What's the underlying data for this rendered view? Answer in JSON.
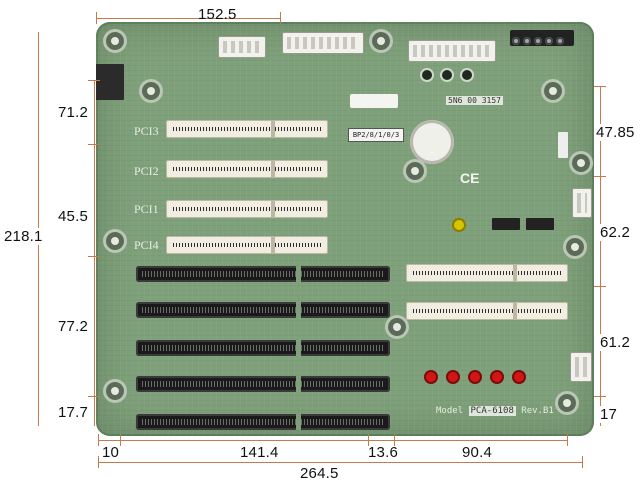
{
  "dimensions": {
    "top_width": "152.5",
    "left_total": "218.1",
    "left_1": "71.2",
    "left_2": "45.5",
    "left_3": "77.2",
    "left_4": "17.7",
    "right_1": "47.85",
    "right_2": "62.2",
    "right_3": "61.2",
    "right_4": "17",
    "bottom_1": "10",
    "bottom_2": "141.4",
    "bottom_3": "13.6",
    "bottom_4": "90.4",
    "bottom_total": "264.5"
  },
  "board": {
    "model_text": "Model",
    "model_box": "PCA-6108",
    "rev_text": "Rev.B1",
    "label_sticker": "BP2/8/1/0/3",
    "version_sticker": "5N6 00 3157",
    "pci_labels": [
      "PCI3",
      "PCI2",
      "PCI1",
      "PCI4"
    ],
    "ce_mark": "CE"
  },
  "colors": {
    "pcb": "#7ea07a",
    "dimension_line": "#c77a4a",
    "pci_slot": "#f1ede0",
    "isa_slot": "#1a1a1a",
    "led": "#d21616"
  }
}
